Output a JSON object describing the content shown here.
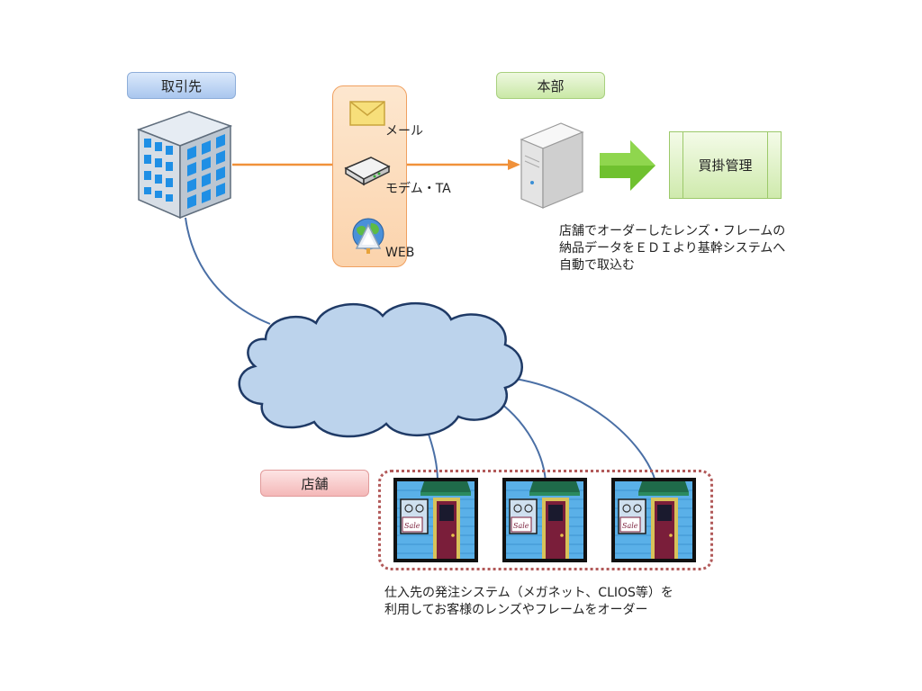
{
  "labels": {
    "partner": "取引先",
    "hq": "本部",
    "store": "店舗"
  },
  "channels": {
    "mail": "メール",
    "modem": "モデム・TA",
    "web": "WEB"
  },
  "system": {
    "name": "買掛管理"
  },
  "hq_note": {
    "line1": "店舗でオーダーしたレンズ・フレームの",
    "line2": "納品データをＥＤＩより基幹システムへ",
    "line3": "自動で取込む"
  },
  "store_note": {
    "line1": "仕入先の発注システム（メガネット、CLIOS等）を",
    "line2": "利用してお客様のレンズやフレームをオーダー"
  },
  "store_sign": "Sale",
  "icons": [
    "office-building-icon",
    "envelope-icon",
    "modem-icon",
    "globe-icon",
    "server-icon",
    "arrow-right-icon",
    "cloud-icon",
    "storefront-icon"
  ],
  "colors": {
    "flow_line": "#f0913a",
    "network_line": "#4a6fa5",
    "cloud_fill": "#bcd3ec",
    "arrow": "#6fc12f"
  }
}
